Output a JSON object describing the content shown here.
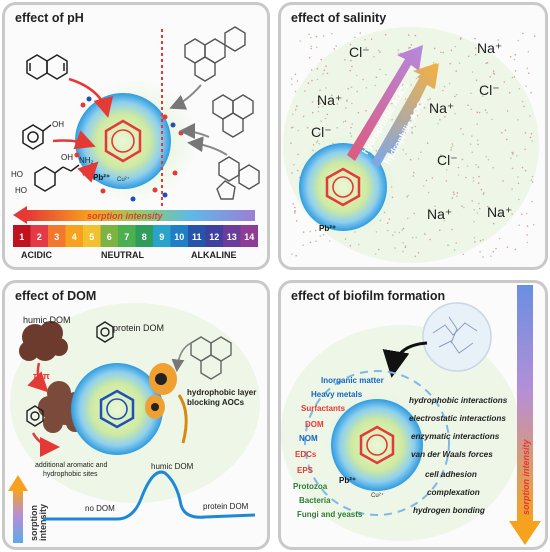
{
  "panels": {
    "ph": {
      "title": "effect of pH",
      "scale_label": "sorption intensity",
      "numbers": [
        "1",
        "2",
        "3",
        "4",
        "5",
        "6",
        "7",
        "8",
        "9",
        "10",
        "11",
        "12",
        "13",
        "14"
      ],
      "number_colors": [
        "#c1121f",
        "#e63946",
        "#f4772e",
        "#f6a21e",
        "#f2c12e",
        "#7cb342",
        "#4caf50",
        "#2e9d5b",
        "#29a3c9",
        "#1f7fc4",
        "#2554a8",
        "#3f3f9f",
        "#6a3d9a",
        "#8e3c96"
      ],
      "labels": {
        "acidic": "ACIDIC",
        "neutral": "NEUTRAL",
        "alkaline": "ALKALINE"
      },
      "molecule_labels": {
        "oh1": "OH",
        "oh2": "OH",
        "nh2": "NH₂",
        "ho1": "HO",
        "ho2": "HO",
        "pb": "Pb²⁺",
        "cu": "Cu²⁺"
      }
    },
    "salinity": {
      "title": "effect of salinity",
      "ions": [
        "Cl⁻",
        "Na⁺",
        "Na⁺",
        "Cl⁻",
        "Na⁺",
        "Cl⁻",
        "Cl⁻",
        "Na⁺",
        "Na⁺"
      ],
      "arrow_hydrophobic": "hydrophobic AOCs",
      "arrow_hydrophilic": "hydrophilic AOCs",
      "pb": "Pb²⁺"
    },
    "dom": {
      "title": "effect of DOM",
      "humic_dom": "humic DOM",
      "protein_dom": "protein DOM",
      "pi_pi": "π-π",
      "hydrophobic_layer": "hydrophobic layer blocking AOCs",
      "additional_sites": "additional aromatic and hydrophobic sites",
      "sorption_intensity": "sorption intensity",
      "curve_no_dom": "no DOM",
      "curve_humic": "humic DOM",
      "curve_protein": "protein DOM"
    },
    "biofilm": {
      "title": "effect of biofilm formation",
      "left_items": [
        {
          "label": "Inorganic matter",
          "color": "#1565c0"
        },
        {
          "label": "Heavy metals",
          "color": "#1565c0"
        },
        {
          "label": "Surfactants",
          "color": "#e53935"
        },
        {
          "label": "DOM",
          "color": "#e53935"
        },
        {
          "label": "NOM",
          "color": "#1565c0"
        },
        {
          "label": "EDCs",
          "color": "#e53935"
        },
        {
          "label": "EPS",
          "color": "#e53935"
        },
        {
          "label": "Protozoa",
          "color": "#2e7d32"
        },
        {
          "label": "Bacteria",
          "color": "#2e7d32"
        },
        {
          "label": "Fungi and yeasts",
          "color": "#2e7d32"
        }
      ],
      "right_items": [
        "hydrophobic interactions",
        "electrostatic interactions",
        "enzymatic interactions",
        "van der Waals forces",
        "cell adhesion",
        "complexation",
        "hydrogen bonding"
      ],
      "sorption_intensity": "sorption intensity",
      "pb": "Pb²⁺",
      "cu": "Cu²⁺"
    }
  },
  "colors": {
    "particle_blue": "#3aa6e8",
    "benzene_red": "#e53935",
    "benzene_blue": "#1f4fb8",
    "arrow_red": "#e53935",
    "dotted_line": "#e53935",
    "dom_brown": "#6d3b2e",
    "protein_orange": "#f0a030",
    "curve_blue": "#1e88d6"
  },
  "icons": [
    "naphthalene-icon",
    "phenol-icon",
    "dopamine-icon",
    "pah-icon",
    "pyrene-icon",
    "fluoranthene-icon",
    "benzene-icon",
    "microplastic-particle-icon",
    "biofilm-fibre-icon"
  ]
}
